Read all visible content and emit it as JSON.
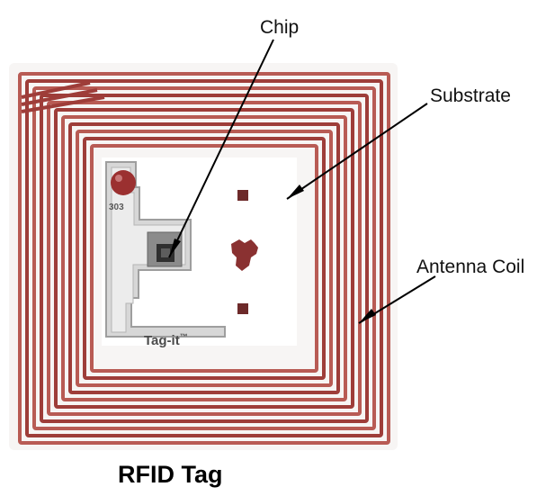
{
  "diagram": {
    "title": "RFID Tag",
    "labels": {
      "chip": "Chip",
      "substrate": "Substrate",
      "antenna_coil": "Antenna Coil"
    },
    "tag_brand": "Tag-it",
    "trademark": "™",
    "chip_code": "303",
    "colors": {
      "coil": "#b85b54",
      "coil_dark": "#9e3d39",
      "card": "#f7f5f4",
      "substrate": "#ffffff",
      "chip_metal": "#8b8b8b",
      "chip_core": "#2f2f2f"
    }
  }
}
